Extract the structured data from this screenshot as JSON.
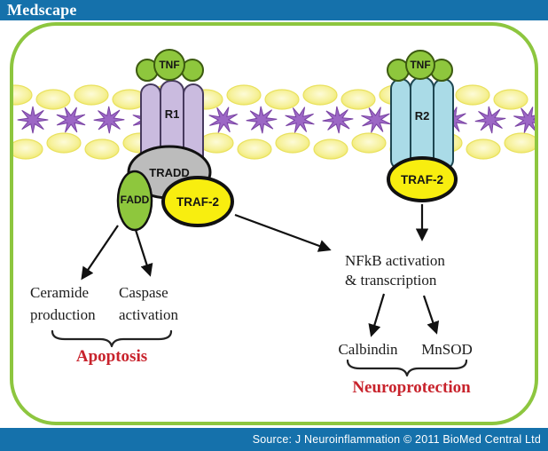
{
  "header": {
    "logo": "Medscape"
  },
  "footer": {
    "source": "Source: J Neuroinflammation © 2011 BioMed Central Ltd"
  },
  "colors": {
    "bar_blue": "#1571ab",
    "border_green": "#8dc63f",
    "ligand_green": "#8ec73d",
    "ligand_border": "#3c5a10",
    "receptor1_fill": "#cabbdf",
    "receptor1_border": "#473a5e",
    "receptor2_fill": "#aadbe7",
    "receptor2_border": "#1f4752",
    "tradd_fill": "#bcbcbc",
    "fadd_fill": "#8ec73d",
    "traf2_fill": "#f8ee0f",
    "outline_black": "#111111",
    "lipid_fill": "#f6f19a",
    "lipid_border": "#e9e15e",
    "membrane_protein": "#9c67c5",
    "membrane_protein_border": "#7a44a4",
    "red_label": "#c8232c"
  },
  "diagram": {
    "tnf_left": "TNF",
    "tnf_right": "TNF",
    "r1": "R1",
    "r2": "R2",
    "tradd": "TRADD",
    "fadd": "FADD",
    "traf2_left": "TRAF-2",
    "traf2_right": "TRAF-2",
    "ceramide_line1": "Ceramide",
    "ceramide_line2": "production",
    "caspase_line1": "Caspase",
    "caspase_line2": "activation",
    "apoptosis": "Apoptosis",
    "nfkb_line1": "NFkB activation",
    "nfkb_line2": "& transcription",
    "calbindin": "Calbindin",
    "mnsod": "MnSOD",
    "neuroprotection": "Neuroprotection"
  }
}
